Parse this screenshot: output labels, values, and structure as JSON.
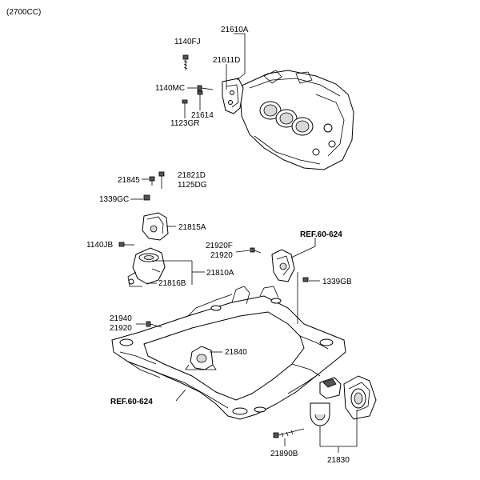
{
  "variant": "(2700CC)",
  "labels": {
    "p21610A": "21610A",
    "p1140FJ": "1140FJ",
    "p21611D": "21611D",
    "p1140MC": "1140MC",
    "p21614": "21614",
    "p1123GR": "1123GR",
    "p21845": "21845",
    "p21821D": "21821D",
    "p1125DG": "1125DG",
    "p1339GC": "1339GC",
    "p21815A": "21815A",
    "p1140JB": "1140JB",
    "p21810A": "21810A",
    "p21816B": "21816B",
    "p21920F": "21920F",
    "p21920a": "21920",
    "p1339GB": "1339GB",
    "ref_top": "REF.60-624",
    "p21940": "21940",
    "p21920b": "21920",
    "p21840": "21840",
    "ref_bottom": "REF.60-624",
    "p21890B": "21890B",
    "p21830": "21830"
  }
}
